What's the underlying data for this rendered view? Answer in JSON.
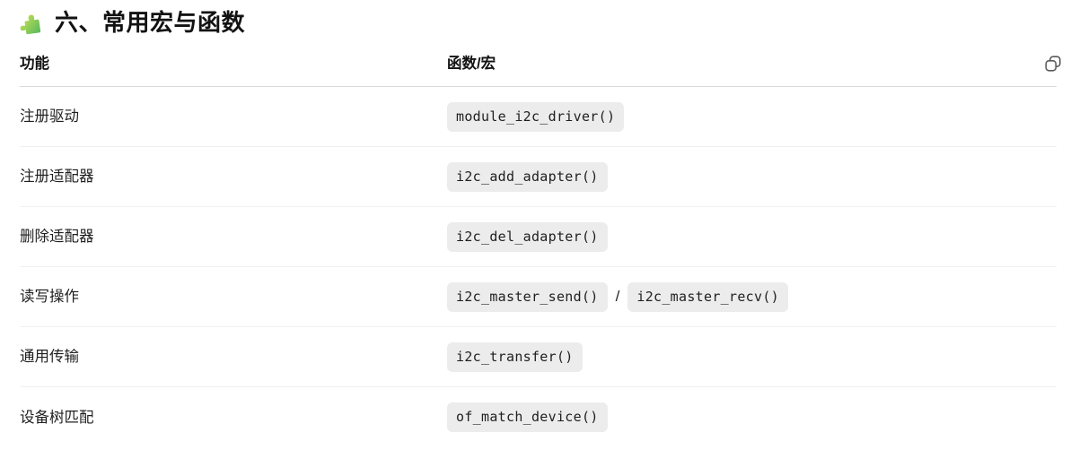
{
  "header": {
    "icon": "puzzle-icon",
    "title": "六、常用宏与函数"
  },
  "table": {
    "columns": {
      "feature": "功能",
      "function": "函数/宏"
    },
    "code_separator": "/",
    "rows": [
      {
        "feature": "注册驱动",
        "codes": [
          "module_i2c_driver()"
        ]
      },
      {
        "feature": "注册适配器",
        "codes": [
          "i2c_add_adapter()"
        ]
      },
      {
        "feature": "删除适配器",
        "codes": [
          "i2c_del_adapter()"
        ]
      },
      {
        "feature": "读写操作",
        "codes": [
          "i2c_master_send()",
          "i2c_master_recv()"
        ]
      },
      {
        "feature": "通用传输",
        "codes": [
          "i2c_transfer()"
        ]
      },
      {
        "feature": "设备树匹配",
        "codes": [
          "of_match_device()"
        ]
      }
    ]
  },
  "colors": {
    "text": "#1f1f1f",
    "code_background": "#ececec",
    "header_divider": "#d9d9d9",
    "row_divider": "#f0f0f0",
    "copy_icon_stroke": "#595959",
    "puzzle_gradient_start": "#cede52",
    "puzzle_gradient_end": "#5cba5e"
  }
}
